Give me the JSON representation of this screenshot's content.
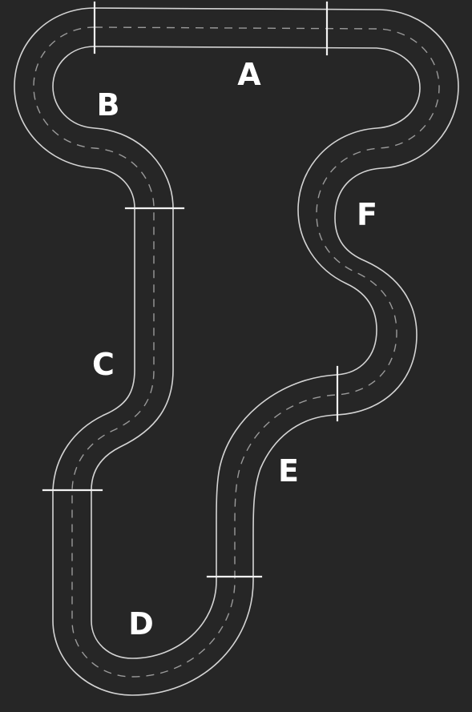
{
  "diagram": {
    "type": "race-track-layout",
    "sections": [
      {
        "id": "A",
        "label": "A"
      },
      {
        "id": "B",
        "label": "B"
      },
      {
        "id": "C",
        "label": "C"
      },
      {
        "id": "D",
        "label": "D"
      },
      {
        "id": "E",
        "label": "E"
      },
      {
        "id": "F",
        "label": "F"
      }
    ],
    "colors": {
      "background": "#262626",
      "track_edge": "#d4d4d4",
      "center_line": "#9a9a9a",
      "divider": "#f2f2f2",
      "label": "#ffffff"
    }
  }
}
